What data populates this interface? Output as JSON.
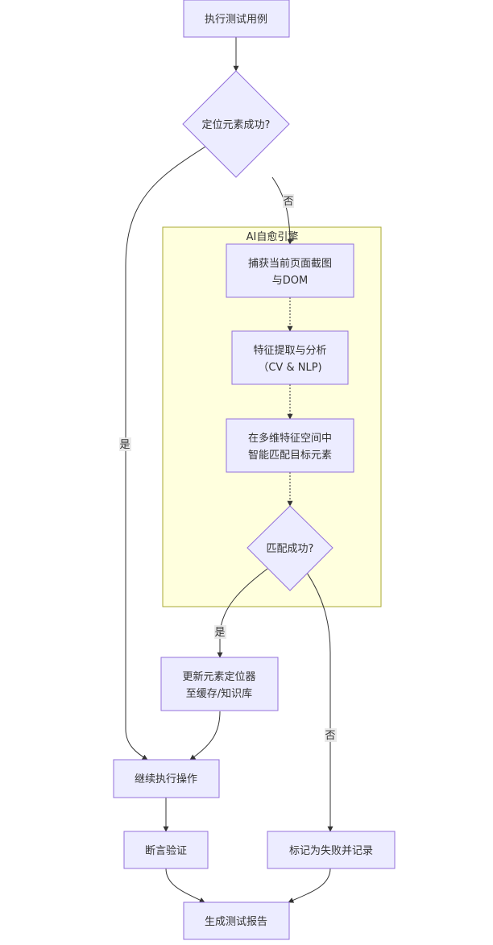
{
  "nodes": {
    "execute": "执行测试用例",
    "locate_ok": "定位元素成功?",
    "capture_line1": "捕获当前页面截图",
    "capture_line2": "与DOM",
    "features_line1": "特征提取与分析",
    "features_line2": "（CV & NLP)",
    "match_line1": "在多维特征空间中",
    "match_line2": "智能匹配目标元素",
    "match_ok": "匹配成功?",
    "update_line1": "更新元素定位器",
    "update_line2": "至缓存/知识库",
    "continue": "继续执行操作",
    "assert": "断言验证",
    "mark_failed": "标记为失败并记录",
    "report": "生成测试报告"
  },
  "cluster": {
    "title": "AI自愈引擎"
  },
  "edge_labels": {
    "locate_no": "否",
    "locate_yes": "是",
    "match_yes": "是",
    "match_no": "否"
  },
  "colors": {
    "node_fill": "#ECECFF",
    "node_stroke": "#9370DB",
    "cluster_fill": "#ffffde",
    "cluster_stroke": "#aaaa33",
    "edge": "#333333"
  }
}
